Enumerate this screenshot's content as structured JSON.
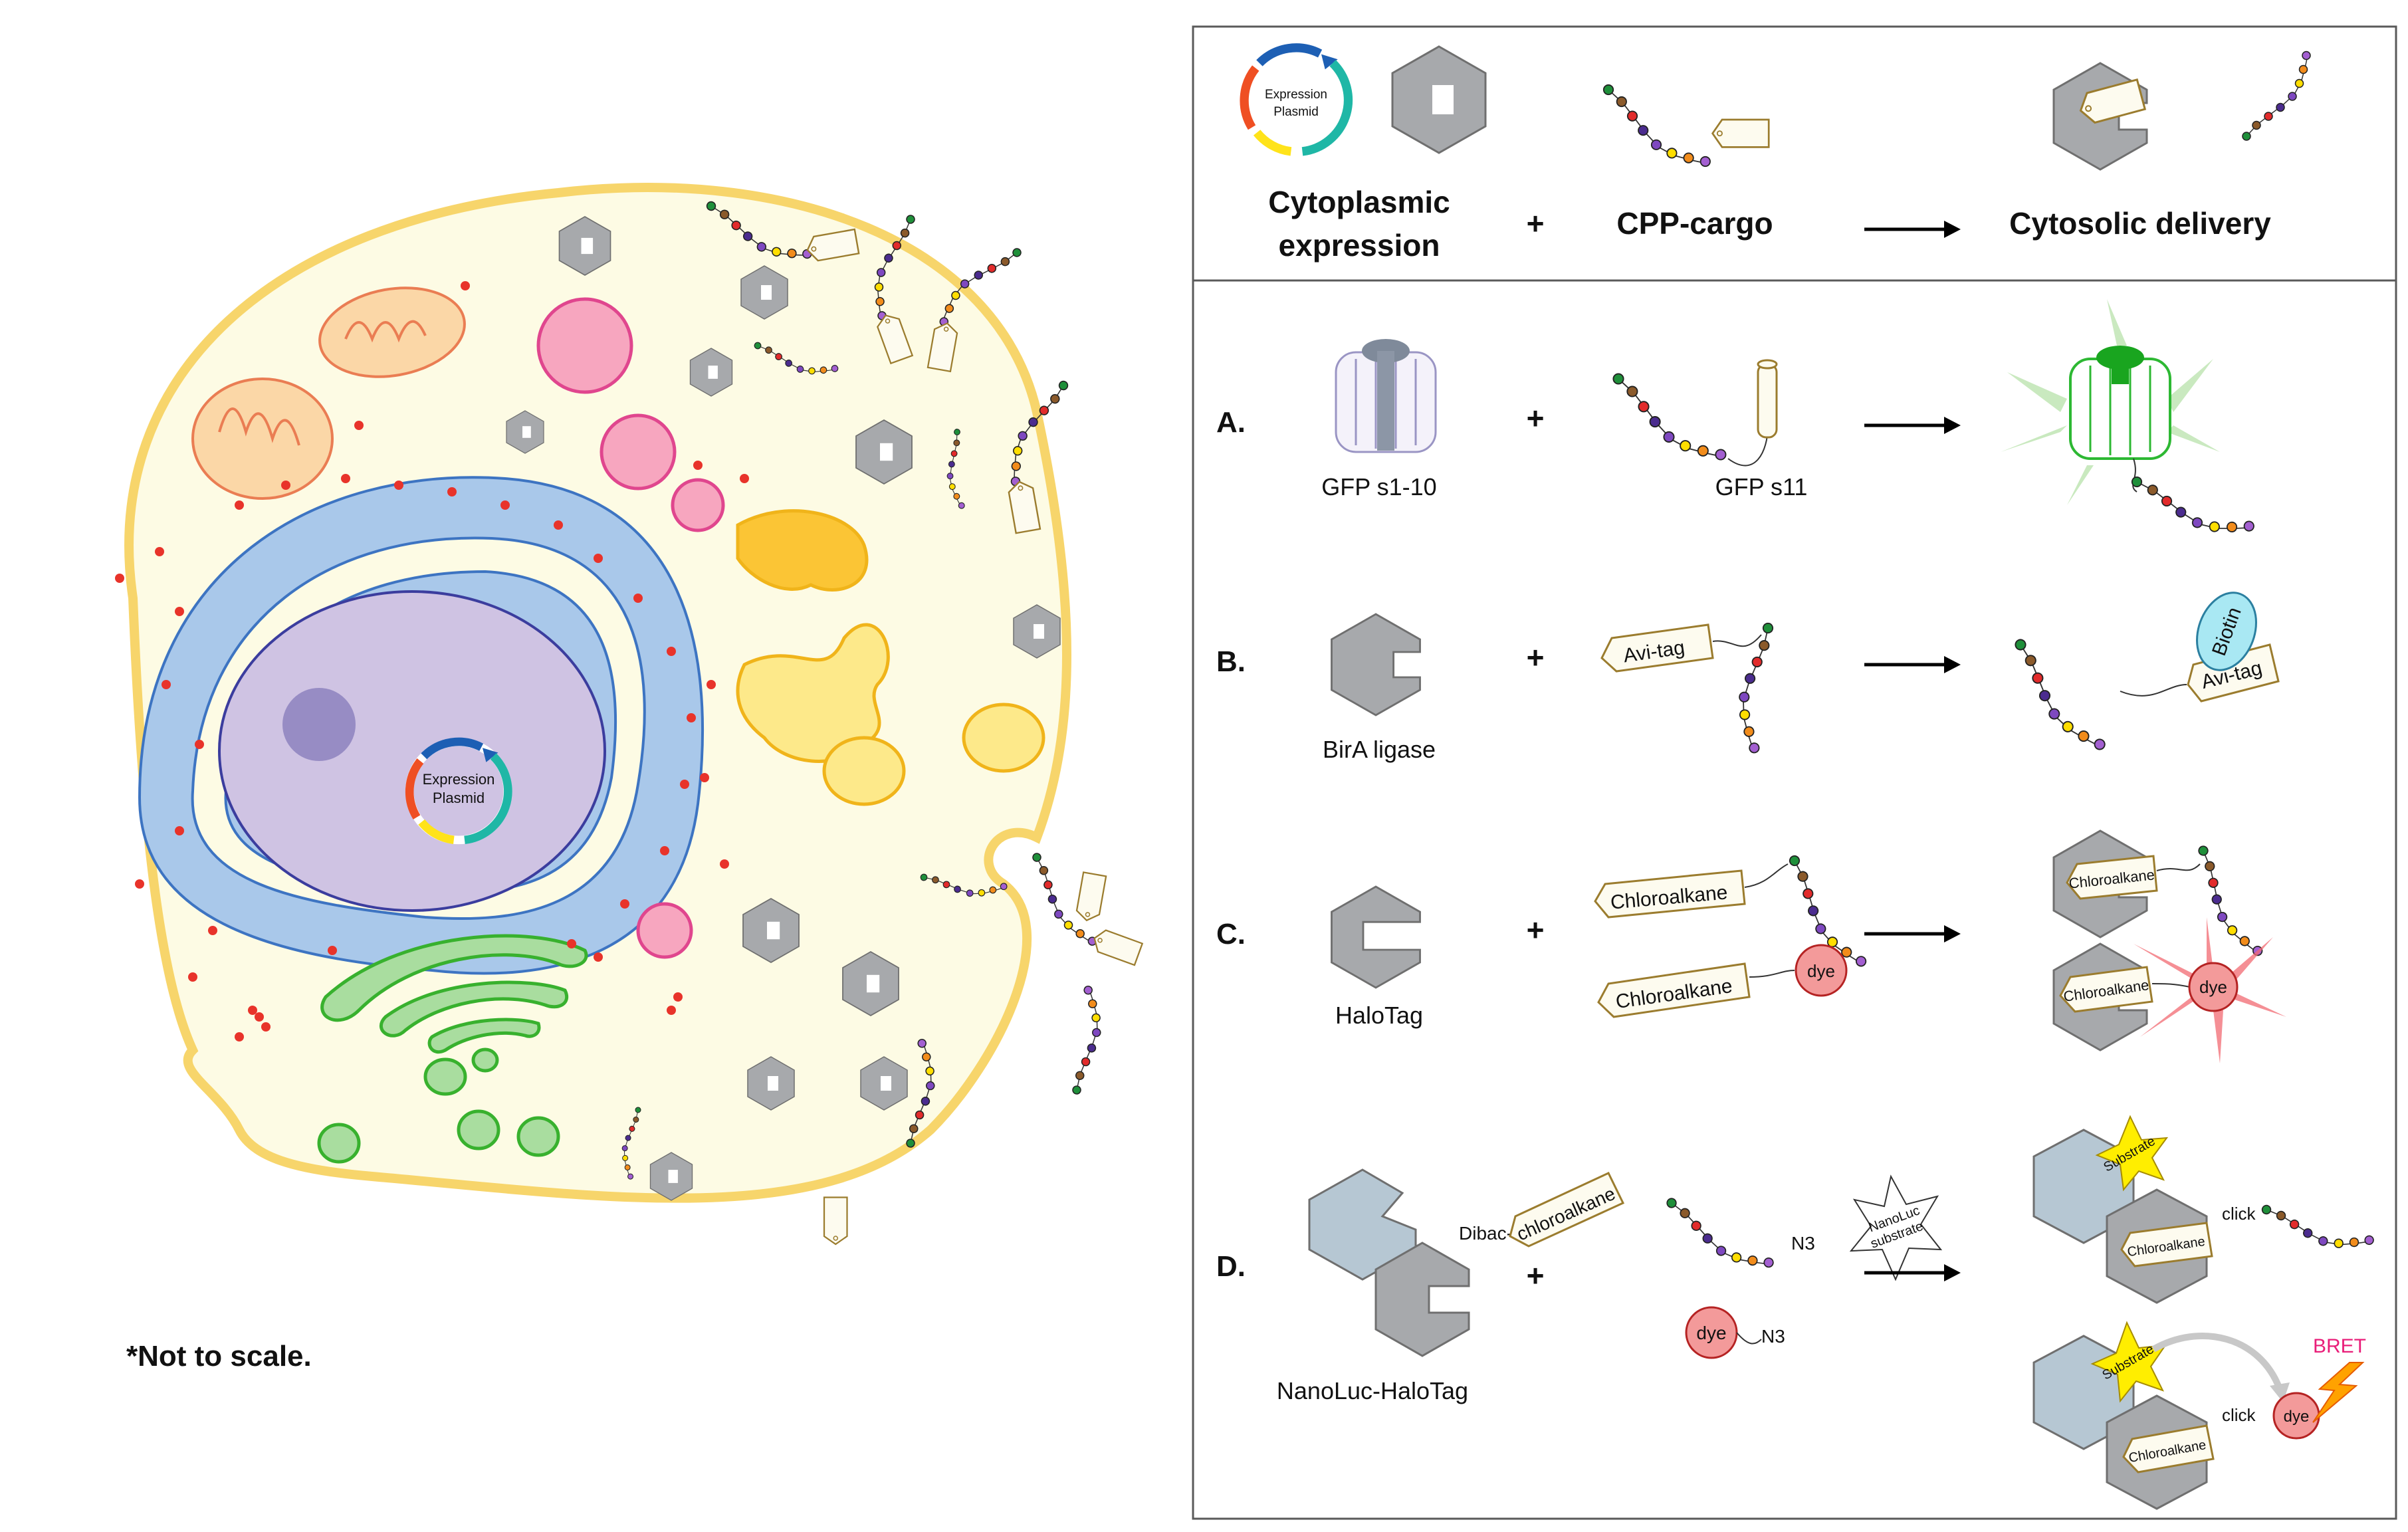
{
  "header": {
    "plasmid_label": [
      "Expression",
      "Plasmid"
    ],
    "term_left": [
      "Cytoplasmic",
      "expression"
    ],
    "plus": "+",
    "term_middle": "CPP-cargo",
    "term_right": "Cytosolic delivery"
  },
  "cell": {
    "plasmid_label": [
      "Expression",
      "Plasmid"
    ],
    "note": "*Not to scale."
  },
  "rows": [
    {
      "letter": "A.",
      "enzyme_label": "GFP s1-10",
      "cargo_label": "GFP s11",
      "plus": "+"
    },
    {
      "letter": "B.",
      "enzyme_label": "BirA ligase",
      "tag_label": "Avi-tag",
      "product_tag_label": "Avi-tag",
      "biotin_label": "Biotin",
      "plus": "+"
    },
    {
      "letter": "C.",
      "enzyme_label": "HaloTag",
      "tag_label_1": "Chloroalkane",
      "tag_label_2": "Chloroalkane",
      "dye_label": "dye",
      "product_tag_label": "Chloroalkane",
      "plus": "+"
    },
    {
      "letter": "D.",
      "enzyme_label": "NanoLuc-HaloTag",
      "dibac_label": "Dibac-",
      "tag_label": "chloroalkane",
      "n3_label": "N3",
      "dye_label": "dye",
      "substrate_star_label": [
        "NanoLuc",
        "substrate"
      ],
      "substrate_label": "Substrate",
      "product_tag_label": "Chloroalkane",
      "click_label": "click",
      "bret_label": "BRET",
      "plus": "+"
    }
  ],
  "colors": {
    "cell_membrane": "#f7d56b",
    "cytoplasm": "#fdfbe4",
    "er": "#a9c8ea",
    "nucleus": "#cfc3e3",
    "nucleolus": "#978cc4",
    "mitochondria": "#fbd7a7",
    "lysosome": "#f7a6bf",
    "golgi": "#a9dd9f",
    "vesicle_yellow": "#fde98a",
    "ribosome": "#e8332a",
    "enzyme_grey": "#a7a9ac",
    "nanoluc_blue": "#b6c7d3",
    "tag_outline": "#9b7c2e",
    "dye_pink": "#f39a9a",
    "biotin_cyan": "#a9e8f3",
    "bret_magenta": "#e91e79",
    "gfp_green": "#2db833",
    "substrate_yellow": "#ffee00"
  }
}
